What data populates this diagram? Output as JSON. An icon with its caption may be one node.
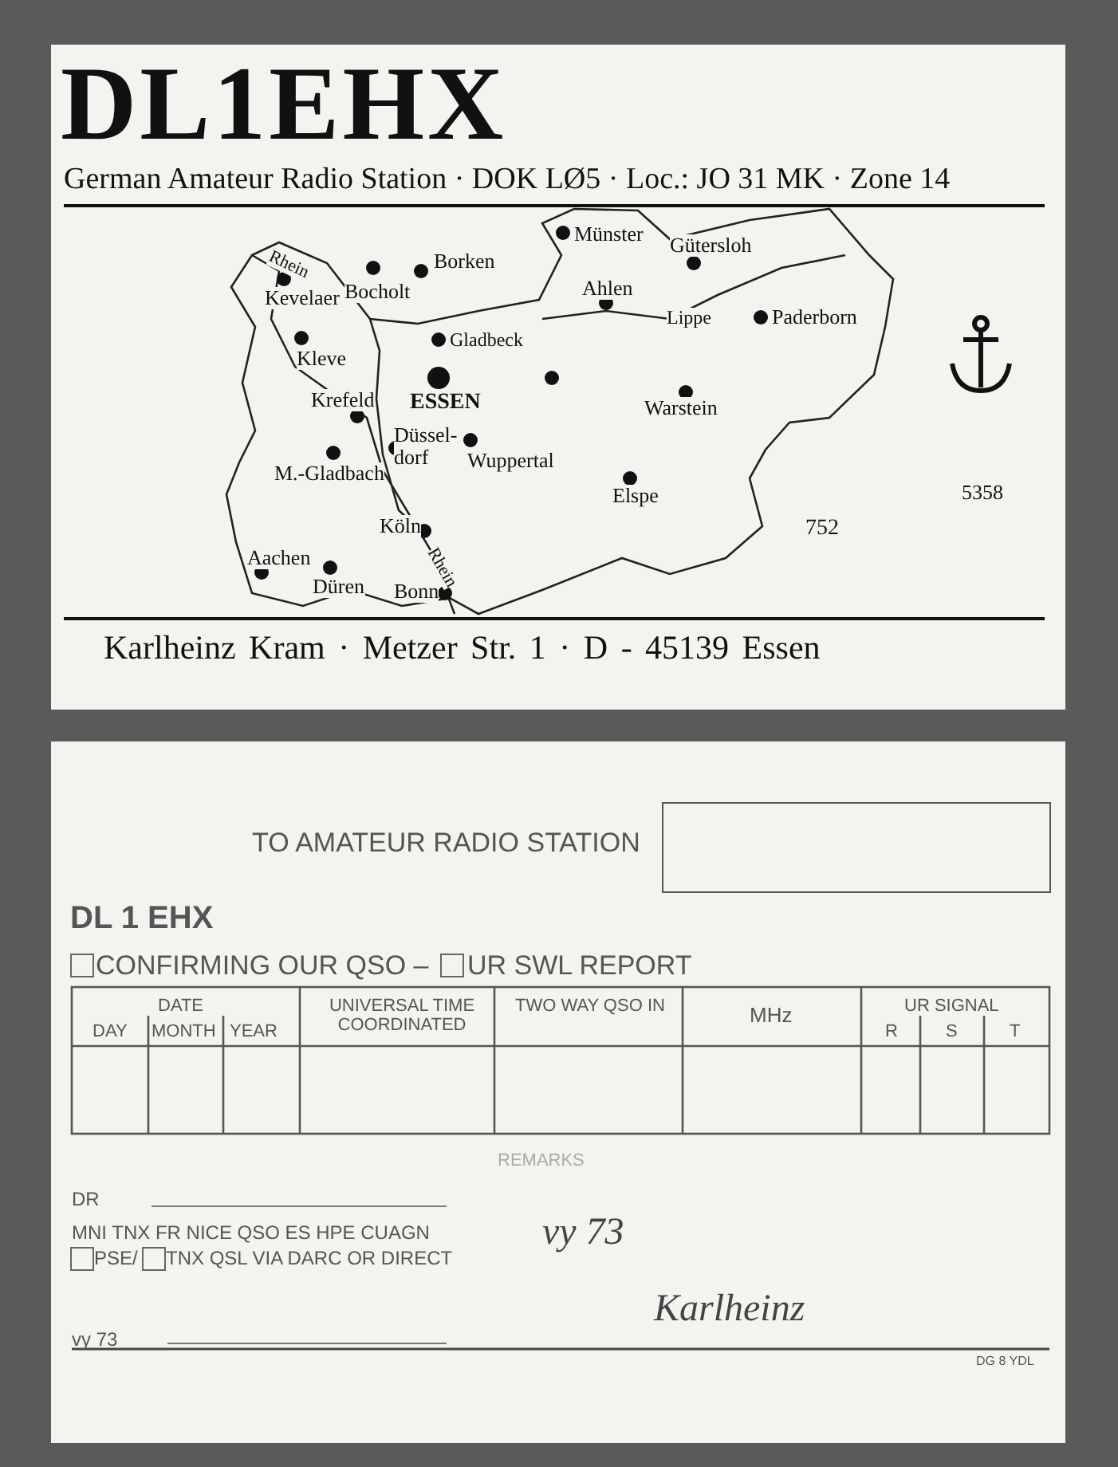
{
  "diagram": {
    "title": "DL1EHX",
    "labels": [
      "German Amateur Radio Station · DOK LØ5 · Loc.: JO 31 MK · Zone 14",
      "Rhein",
      "Kevelaer",
      "Bocholt",
      "Borken",
      "Münster",
      "Gütersloh",
      "Ahlen",
      "Lippe",
      "Paderborn",
      "Kleve",
      "Gladbeck",
      "Krefeld",
      "ESSEN",
      "Warstein",
      "Düssel-dorf",
      "Wuppertal",
      "M.-Gladbach",
      "Elspe",
      "752",
      "5358",
      "Köln",
      "Aachen",
      "Rhein",
      "Düren",
      "Bonn",
      "Karlheinz Kram · Metzer Str. 1 · D - 45139 Essen",
      "TO AMATEUR RADIO STATION",
      "DL 1 EHX",
      "CONFIRMING OUR QSO –",
      "UR SWL REPORT",
      "DATE",
      "DAY",
      "MONTH",
      "YEAR",
      "UNIVERSAL TIME COORDINATED",
      "TWO WAY QSO IN",
      "MHz",
      "UR SIGNAL",
      "R",
      "S",
      "T",
      "REMARKS",
      "DR",
      "MNI TNX FR NICE QSO ES HPE CUAGN",
      "PSE/",
      "TNX QSL VIA DARC OR DIRECT",
      "vy 73",
      "Karlheinz",
      "vy 73",
      "DG 8 YDL"
    ]
  }
}
